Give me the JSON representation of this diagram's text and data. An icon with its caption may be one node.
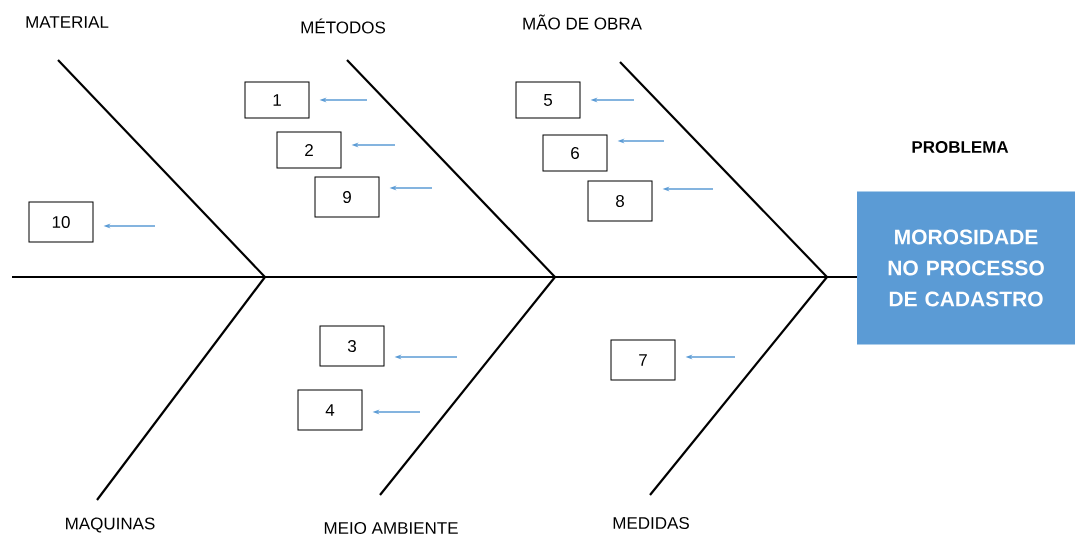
{
  "diagram": {
    "nodes": [
      {
        "text": [
          "PROBLEMA",
          "MOROSIDADE NO PROCESSO DE CADASTRO"
        ]
      },
      {
        "text": [
          "1"
        ]
      },
      {
        "text": [
          "5"
        ]
      },
      {
        "text": [
          "2"
        ]
      },
      {
        "text": [
          "6"
        ]
      },
      {
        "text": [
          "9"
        ]
      },
      {
        "text": [
          "8"
        ]
      },
      {
        "text": [
          "10"
        ]
      },
      {
        "text": [
          "3"
        ]
      },
      {
        "text": [
          "7"
        ]
      },
      {
        "text": [
          "4"
        ]
      }
    ],
    "edges": [
      {
        "from": null,
        "to": 1,
        "arrow": "to",
        "color": "#5b9bd5"
      },
      {
        "from": null,
        "to": 2,
        "arrow": "to",
        "color": "#5b9bd5"
      },
      {
        "from": null,
        "to": 3,
        "arrow": "to",
        "color": "#5b9bd5"
      },
      {
        "from": null,
        "to": 4,
        "arrow": "to",
        "color": "#5b9bd5"
      },
      {
        "from": null,
        "to": 5,
        "arrow": "to",
        "color": "#5b9bd5"
      },
      {
        "from": null,
        "to": 6,
        "arrow": "to",
        "color": "#5b9bd5"
      },
      {
        "from": null,
        "to": 7,
        "arrow": "to",
        "color": "#5b9bd5"
      },
      {
        "from": null,
        "to": 8,
        "arrow": "to",
        "color": "#5b9bd5"
      },
      {
        "from": null,
        "to": 9,
        "arrow": "to",
        "color": "#5b9bd5"
      },
      {
        "from": null,
        "to": 10,
        "arrow": "to",
        "color": "#5b9bd5"
      }
    ],
    "labels": [
      "MATERIAL",
      "MÉTODOS",
      "MÃO DE OBRA",
      "MAQUINAS",
      "MEIO AMBIENTE",
      "MEDIDAS"
    ]
  }
}
